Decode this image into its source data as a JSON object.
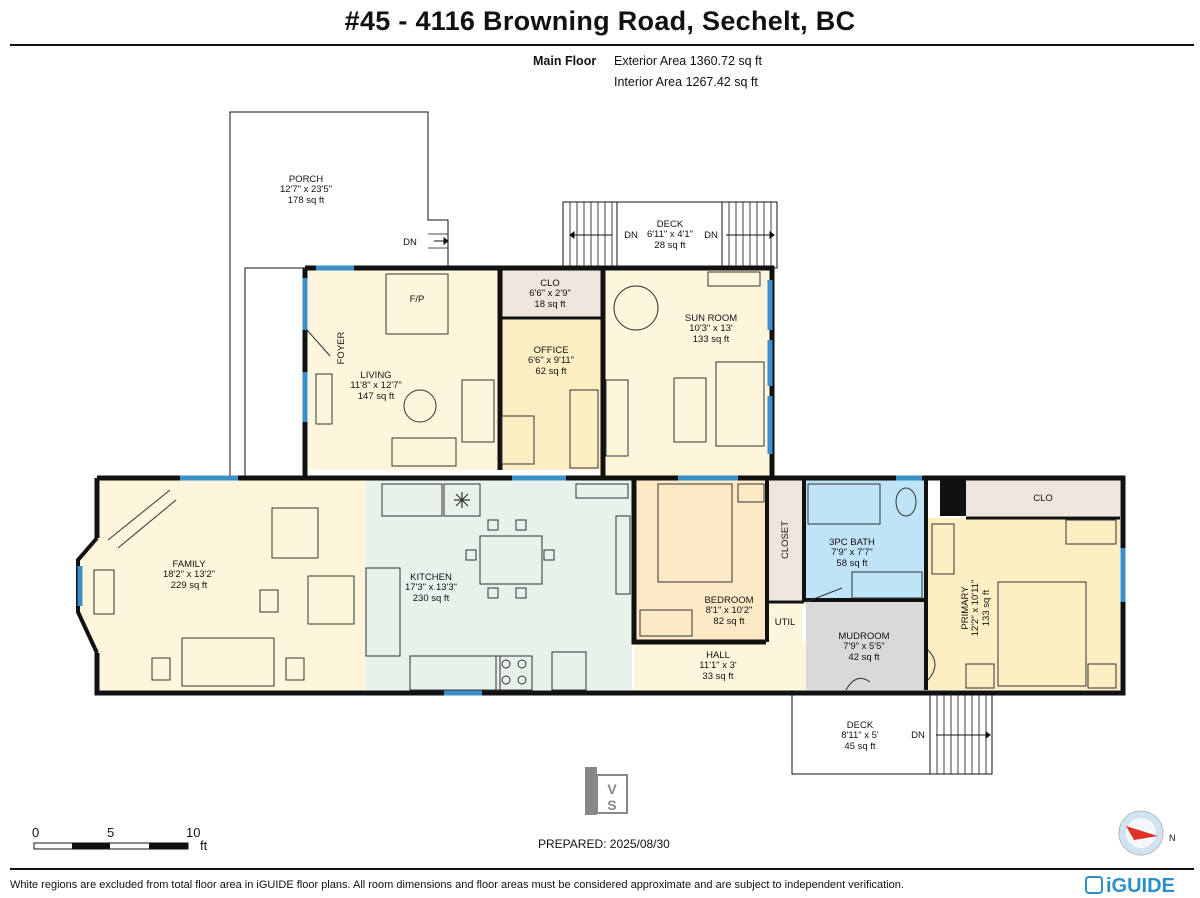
{
  "header": {
    "address": "#45 - 4116 Browning Road, Sechelt, BC",
    "floor_name": "Main Floor",
    "exterior_area": "Exterior Area 1360.72 sq ft",
    "interior_area": "Interior Area 1267.42 sq ft"
  },
  "rooms": {
    "porch": {
      "name": "PORCH",
      "dims": "12'7\" x 23'5\"",
      "area": "178 sq ft"
    },
    "deck_top": {
      "name": "DECK",
      "dims": "6'11\" x 4'1\"",
      "area": "28 sq ft"
    },
    "clo_top": {
      "name": "CLO",
      "dims": "6'6\" x 2'9\"",
      "area": "18 sq ft"
    },
    "office": {
      "name": "OFFICE",
      "dims": "6'6\" x 9'11\"",
      "area": "62 sq ft"
    },
    "sun_room": {
      "name": "SUN ROOM",
      "dims": "10'3\" x 13'",
      "area": "133 sq ft"
    },
    "living": {
      "name": "LIVING",
      "dims": "11'8\" x 12'7\"",
      "area": "147 sq ft"
    },
    "foyer": {
      "name": "FOYER"
    },
    "fp": {
      "name": "F/P"
    },
    "family": {
      "name": "FAMILY",
      "dims": "18'2\" x 13'2\"",
      "area": "229 sq ft"
    },
    "kitchen": {
      "name": "KITCHEN",
      "dims": "17'3\" x 13'3\"",
      "area": "230 sq ft"
    },
    "bedroom": {
      "name": "BEDROOM",
      "dims": "8'1\" x 10'2\"",
      "area": "82 sq ft"
    },
    "closet": {
      "name": "CLOSET"
    },
    "util": {
      "name": "UTIL"
    },
    "bath": {
      "name": "3PC BATH",
      "dims": "7'9\" x 7'7\"",
      "area": "58 sq ft"
    },
    "clo_right": {
      "name": "CLO"
    },
    "primary": {
      "name": "PRIMARY",
      "dims": "12'2\" x 10'11\"",
      "area": "133 sq ft"
    },
    "hall": {
      "name": "HALL",
      "dims": "11'1\" x 3'",
      "area": "33 sq ft"
    },
    "mudroom": {
      "name": "MUDROOM",
      "dims": "7'9\" x 5'5\"",
      "area": "42 sq ft"
    },
    "deck_bottom": {
      "name": "DECK",
      "dims": "8'11\" x 5'",
      "area": "45 sq ft"
    }
  },
  "stairs": {
    "down_label": "DN"
  },
  "scale": {
    "tick_0": "0",
    "tick_5": "5",
    "tick_10": "10",
    "unit": "ft"
  },
  "footer": {
    "prepared": "PREPARED: 2025/08/30",
    "disclaimer": "White regions are excluded from total floor area in iGUIDE floor plans. All room dimensions and floor areas must be considered approximate and are subject to independent verification.",
    "brand": "iGUIDE",
    "logo_text": "iVS",
    "compass_label": "N"
  },
  "colors": {
    "wall": "#111111",
    "window": "#3a8fc8",
    "living_fill": "#fdf6dc",
    "office_fill": "#fdeec4",
    "kitchen_fill": "#e8f2ea",
    "bedroom_fill": "#fde9c6",
    "bath_fill": "#bfe3f7",
    "closet_fill": "#eee6dc",
    "hall_fill": "#fdf6dc",
    "mudroom_fill": "#d9d9d9",
    "brand": "#2b8fc9"
  }
}
